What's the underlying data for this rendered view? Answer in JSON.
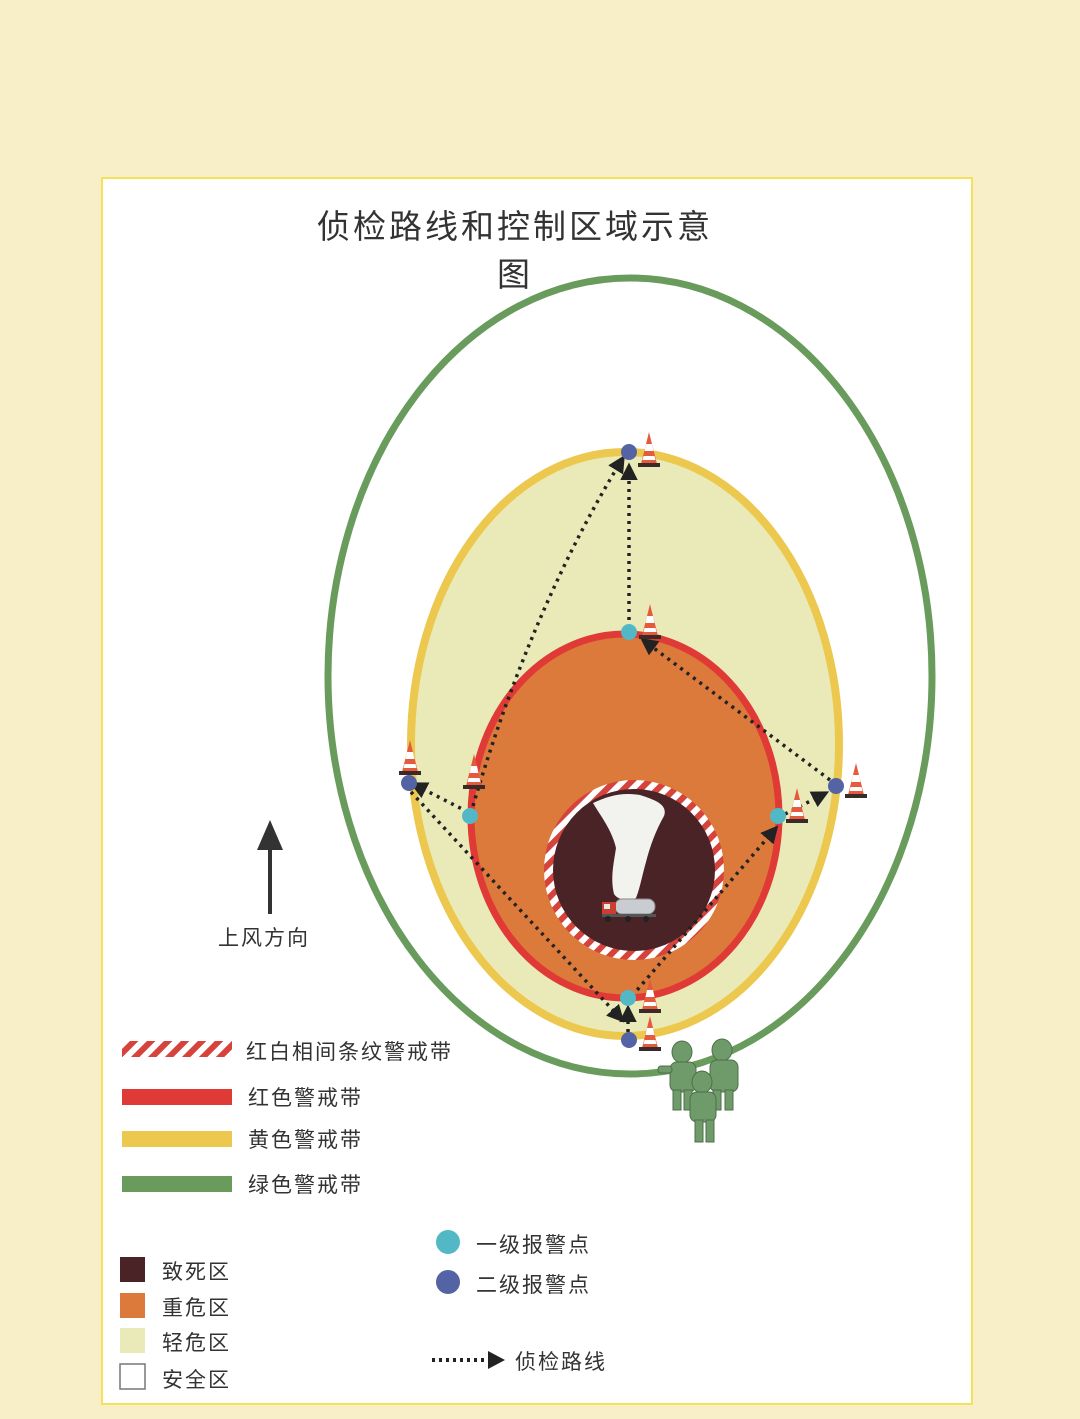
{
  "title": "侦检路线和控制区域示意图",
  "wind": {
    "label": "上风方向",
    "icon": "up-arrow-icon"
  },
  "colors": {
    "page_bg": "#f8efc8",
    "lethal": "#4a2326",
    "severe": "#dc7a3b",
    "light": "#eaeab8",
    "safe": "#ffffff",
    "red_band": "#e03a36",
    "yellow_band": "#ecc84e",
    "green_band": "#689b5c",
    "level1": "#53b8c5",
    "level2": "#5463a4"
  },
  "legend": {
    "bands": [
      {
        "label": "红白相间条纹警戒带",
        "color": "striped-red-white"
      },
      {
        "label": "红色警戒带",
        "color": "#e03a36"
      },
      {
        "label": "黄色警戒带",
        "color": "#ecc84e"
      },
      {
        "label": "绿色警戒带",
        "color": "#689b5c"
      }
    ],
    "zones": [
      {
        "label": "致死区",
        "color": "#4a2326"
      },
      {
        "label": "重危区",
        "color": "#dc7a3b"
      },
      {
        "label": "轻危区",
        "color": "#eaeab8"
      },
      {
        "label": "安全区",
        "color": "#ffffff"
      }
    ],
    "alarm_points": [
      {
        "label": "一级报警点",
        "color": "#53b8c5"
      },
      {
        "label": "二级报警点",
        "color": "#5463a4"
      }
    ],
    "route": {
      "label": "侦检路线",
      "icon": "dotted-arrow-icon"
    }
  },
  "icons": [
    "traffic-cone-icon",
    "tanker-truck-icon",
    "hazmat-team-icon",
    "smoke-plume-icon"
  ]
}
